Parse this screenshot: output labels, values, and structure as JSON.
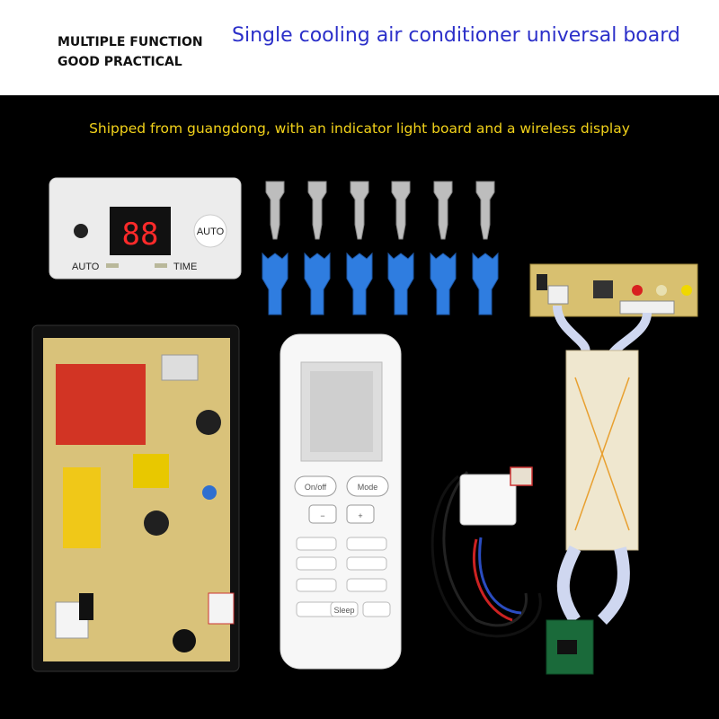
{
  "header": {
    "tagline_line1": "MULTIPLE FUNCTION",
    "tagline_line2": "GOOD PRACTICAL",
    "title": "Single cooling air conditioner universal board"
  },
  "banner": {
    "text": "Shipped from guangdong, with an indicator light board and a wireless display"
  },
  "display_panel": {
    "digits": "88",
    "auto_button": "AUTO",
    "label_left": "AUTO",
    "label_right": "TIME"
  },
  "remote": {
    "btn_onoff": "On/off",
    "btn_mode": "Mode",
    "btn_minus": "−",
    "btn_plus": "+",
    "btn_sleep": "Sleep"
  },
  "colors": {
    "tagline": "#111111",
    "title": "#2b2fc9",
    "banner": "#f2d21a",
    "terminal_cap": "#2f7de0",
    "pcb": "#d9c27a"
  },
  "icons": [
    "terminal-connector-icon",
    "insulation-cap-icon"
  ]
}
